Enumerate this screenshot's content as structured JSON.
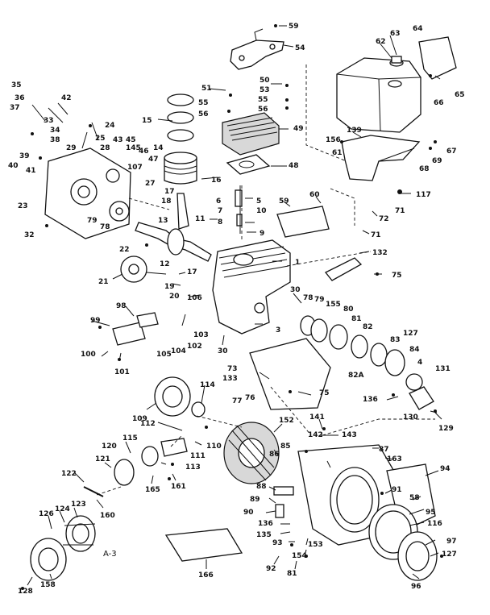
{
  "diagram": {
    "sheet_label": "A-3",
    "callouts": [
      {
        "id": "c59a",
        "text": "59"
      },
      {
        "id": "c54",
        "text": "54"
      },
      {
        "id": "c63",
        "text": "63"
      },
      {
        "id": "c62",
        "text": "62"
      },
      {
        "id": "c64",
        "text": "64"
      },
      {
        "id": "c35",
        "text": "35"
      },
      {
        "id": "c36",
        "text": "36"
      },
      {
        "id": "c37",
        "text": "37"
      },
      {
        "id": "c34",
        "text": "34"
      },
      {
        "id": "c33",
        "text": "33"
      },
      {
        "id": "c42",
        "text": "42"
      },
      {
        "id": "c38",
        "text": "38"
      },
      {
        "id": "c24",
        "text": "24"
      },
      {
        "id": "c25",
        "text": "25"
      },
      {
        "id": "c28",
        "text": "28"
      },
      {
        "id": "c29",
        "text": "29"
      },
      {
        "id": "c40",
        "text": "40"
      },
      {
        "id": "c39",
        "text": "39"
      },
      {
        "id": "c41",
        "text": "41"
      },
      {
        "id": "c43",
        "text": "43"
      },
      {
        "id": "c145",
        "text": "145"
      },
      {
        "id": "c45",
        "text": "45"
      },
      {
        "id": "c46",
        "text": "46"
      },
      {
        "id": "c47",
        "text": "47"
      },
      {
        "id": "c107",
        "text": "107"
      },
      {
        "id": "c14",
        "text": "14"
      },
      {
        "id": "c15",
        "text": "15"
      },
      {
        "id": "c51",
        "text": "51"
      },
      {
        "id": "c55a",
        "text": "55"
      },
      {
        "id": "c56a",
        "text": "56"
      },
      {
        "id": "c50",
        "text": "50"
      },
      {
        "id": "c53",
        "text": "53"
      },
      {
        "id": "c55b",
        "text": "55"
      },
      {
        "id": "c56b",
        "text": "56"
      },
      {
        "id": "c49",
        "text": "49"
      },
      {
        "id": "c156",
        "text": "156"
      },
      {
        "id": "c139",
        "text": "139"
      },
      {
        "id": "c61",
        "text": "61"
      },
      {
        "id": "c66",
        "text": "66"
      },
      {
        "id": "c65",
        "text": "65"
      },
      {
        "id": "c67",
        "text": "67"
      },
      {
        "id": "c68",
        "text": "68"
      },
      {
        "id": "c69",
        "text": "69"
      },
      {
        "id": "c117",
        "text": "117"
      },
      {
        "id": "c48",
        "text": "48"
      },
      {
        "id": "c16",
        "text": "16"
      },
      {
        "id": "c27",
        "text": "27"
      },
      {
        "id": "c23",
        "text": "23"
      },
      {
        "id": "c79a",
        "text": "79"
      },
      {
        "id": "c78a",
        "text": "78"
      },
      {
        "id": "c17a",
        "text": "17"
      },
      {
        "id": "c18",
        "text": "18"
      },
      {
        "id": "c13",
        "text": "13"
      },
      {
        "id": "c11",
        "text": "11"
      },
      {
        "id": "c6",
        "text": "6"
      },
      {
        "id": "c5",
        "text": "5"
      },
      {
        "id": "c10",
        "text": "10"
      },
      {
        "id": "c7",
        "text": "7"
      },
      {
        "id": "c8",
        "text": "8"
      },
      {
        "id": "c9",
        "text": "9"
      },
      {
        "id": "c59b",
        "text": "59"
      },
      {
        "id": "c60",
        "text": "60"
      },
      {
        "id": "c72",
        "text": "72"
      },
      {
        "id": "c71a",
        "text": "71"
      },
      {
        "id": "c71b",
        "text": "71"
      },
      {
        "id": "c32",
        "text": "32"
      },
      {
        "id": "c22",
        "text": "22"
      },
      {
        "id": "c12",
        "text": "12"
      },
      {
        "id": "c1",
        "text": "1"
      },
      {
        "id": "c132",
        "text": "132"
      },
      {
        "id": "c75a",
        "text": "75"
      },
      {
        "id": "c21",
        "text": "21"
      },
      {
        "id": "c17b",
        "text": "17"
      },
      {
        "id": "c19",
        "text": "19"
      },
      {
        "id": "c20",
        "text": "20"
      },
      {
        "id": "c106",
        "text": "106"
      },
      {
        "id": "c98",
        "text": "98"
      },
      {
        "id": "c99",
        "text": "99"
      },
      {
        "id": "c30a",
        "text": "30"
      },
      {
        "id": "c78b",
        "text": "78"
      },
      {
        "id": "c79b",
        "text": "79"
      },
      {
        "id": "c155",
        "text": "155"
      },
      {
        "id": "c80",
        "text": "80"
      },
      {
        "id": "c81",
        "text": "81"
      },
      {
        "id": "c82",
        "text": "82"
      },
      {
        "id": "c3",
        "text": "3"
      },
      {
        "id": "c103",
        "text": "103"
      },
      {
        "id": "c102",
        "text": "102"
      },
      {
        "id": "c104",
        "text": "104"
      },
      {
        "id": "c105",
        "text": "105"
      },
      {
        "id": "c30b",
        "text": "30"
      },
      {
        "id": "c100",
        "text": "100"
      },
      {
        "id": "c101",
        "text": "101"
      },
      {
        "id": "c83",
        "text": "83"
      },
      {
        "id": "c127a",
        "text": "127"
      },
      {
        "id": "c84a",
        "text": "84"
      },
      {
        "id": "c4",
        "text": "4"
      },
      {
        "id": "c82a",
        "text": "82A"
      },
      {
        "id": "c131",
        "text": "131"
      },
      {
        "id": "c73",
        "text": "73"
      },
      {
        "id": "c133",
        "text": "133"
      },
      {
        "id": "c77",
        "text": "77"
      },
      {
        "id": "c76",
        "text": "76"
      },
      {
        "id": "c75b",
        "text": "75"
      },
      {
        "id": "c114",
        "text": "114"
      },
      {
        "id": "c136",
        "text": "136"
      },
      {
        "id": "c130",
        "text": "130"
      },
      {
        "id": "c129",
        "text": "129"
      },
      {
        "id": "c109",
        "text": "109"
      },
      {
        "id": "c152",
        "text": "152"
      },
      {
        "id": "c141",
        "text": "141"
      },
      {
        "id": "c112",
        "text": "112"
      },
      {
        "id": "c110",
        "text": "110"
      },
      {
        "id": "c111",
        "text": "111"
      },
      {
        "id": "c142",
        "text": "142"
      },
      {
        "id": "c143",
        "text": "143"
      },
      {
        "id": "c87",
        "text": "87"
      },
      {
        "id": "c115",
        "text": "115"
      },
      {
        "id": "c120",
        "text": "120"
      },
      {
        "id": "c85",
        "text": "85"
      },
      {
        "id": "c86",
        "text": "86"
      },
      {
        "id": "c163",
        "text": "163"
      },
      {
        "id": "c94",
        "text": "94"
      },
      {
        "id": "c121",
        "text": "121"
      },
      {
        "id": "c113",
        "text": "113"
      },
      {
        "id": "c122",
        "text": "122"
      },
      {
        "id": "c165",
        "text": "165"
      },
      {
        "id": "c161",
        "text": "161"
      },
      {
        "id": "c160",
        "text": "160"
      },
      {
        "id": "c88",
        "text": "88"
      },
      {
        "id": "c91",
        "text": "91"
      },
      {
        "id": "c58",
        "text": "58"
      },
      {
        "id": "c89",
        "text": "89"
      },
      {
        "id": "c95",
        "text": "95"
      },
      {
        "id": "c90",
        "text": "90"
      },
      {
        "id": "c116",
        "text": "116"
      },
      {
        "id": "c126",
        "text": "126"
      },
      {
        "id": "c124",
        "text": "124"
      },
      {
        "id": "c123",
        "text": "123"
      },
      {
        "id": "c136b",
        "text": "136"
      },
      {
        "id": "c135",
        "text": "135"
      },
      {
        "id": "c97",
        "text": "97"
      },
      {
        "id": "c93",
        "text": "93"
      },
      {
        "id": "c153",
        "text": "153"
      },
      {
        "id": "c127b",
        "text": "127"
      },
      {
        "id": "c154",
        "text": "154"
      },
      {
        "id": "c166",
        "text": "166"
      },
      {
        "id": "c92",
        "text": "92"
      },
      {
        "id": "c81b",
        "text": "81"
      },
      {
        "id": "c96",
        "text": "96"
      },
      {
        "id": "c128",
        "text": "128"
      },
      {
        "id": "c158",
        "text": "158"
      }
    ]
  }
}
